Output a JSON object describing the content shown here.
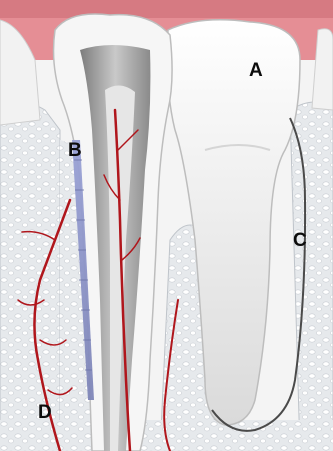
{
  "labels": {
    "a": "A",
    "b": "B",
    "c": "C",
    "d": "D"
  },
  "colors": {
    "gum": "#e58e95",
    "enamel": "#f4f4f4",
    "dentin": "#a9a9a9",
    "pulp": "#dcdcdc",
    "bone": "#e9ecef",
    "bone_pore": "#ffffff",
    "vessel": "#b0161c",
    "ligament": "#8f97c8",
    "label_text": "#0c0c0c"
  }
}
